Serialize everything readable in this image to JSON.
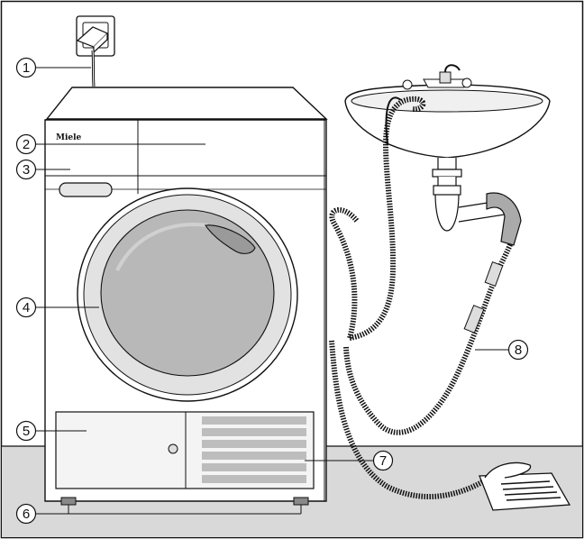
{
  "figure": {
    "brand_logo": "Miele",
    "callouts": [
      {
        "number": "1",
        "part": "power cable with plug"
      },
      {
        "number": "2",
        "part": "control panel"
      },
      {
        "number": "3",
        "part": "drawer"
      },
      {
        "number": "4",
        "part": "door"
      },
      {
        "number": "5",
        "part": "plinth panel"
      },
      {
        "number": "6",
        "part": "feet"
      },
      {
        "number": "7",
        "part": "air inlet grille"
      },
      {
        "number": "8",
        "part": "drain hose"
      }
    ],
    "colors": {
      "line": "#111111",
      "floor": "#d9d9d9",
      "door_glass": "#b8b8b8",
      "door_ring": "#e2e2e2",
      "panel": "#f4f4f4",
      "grille": "#bdbdbd"
    }
  }
}
